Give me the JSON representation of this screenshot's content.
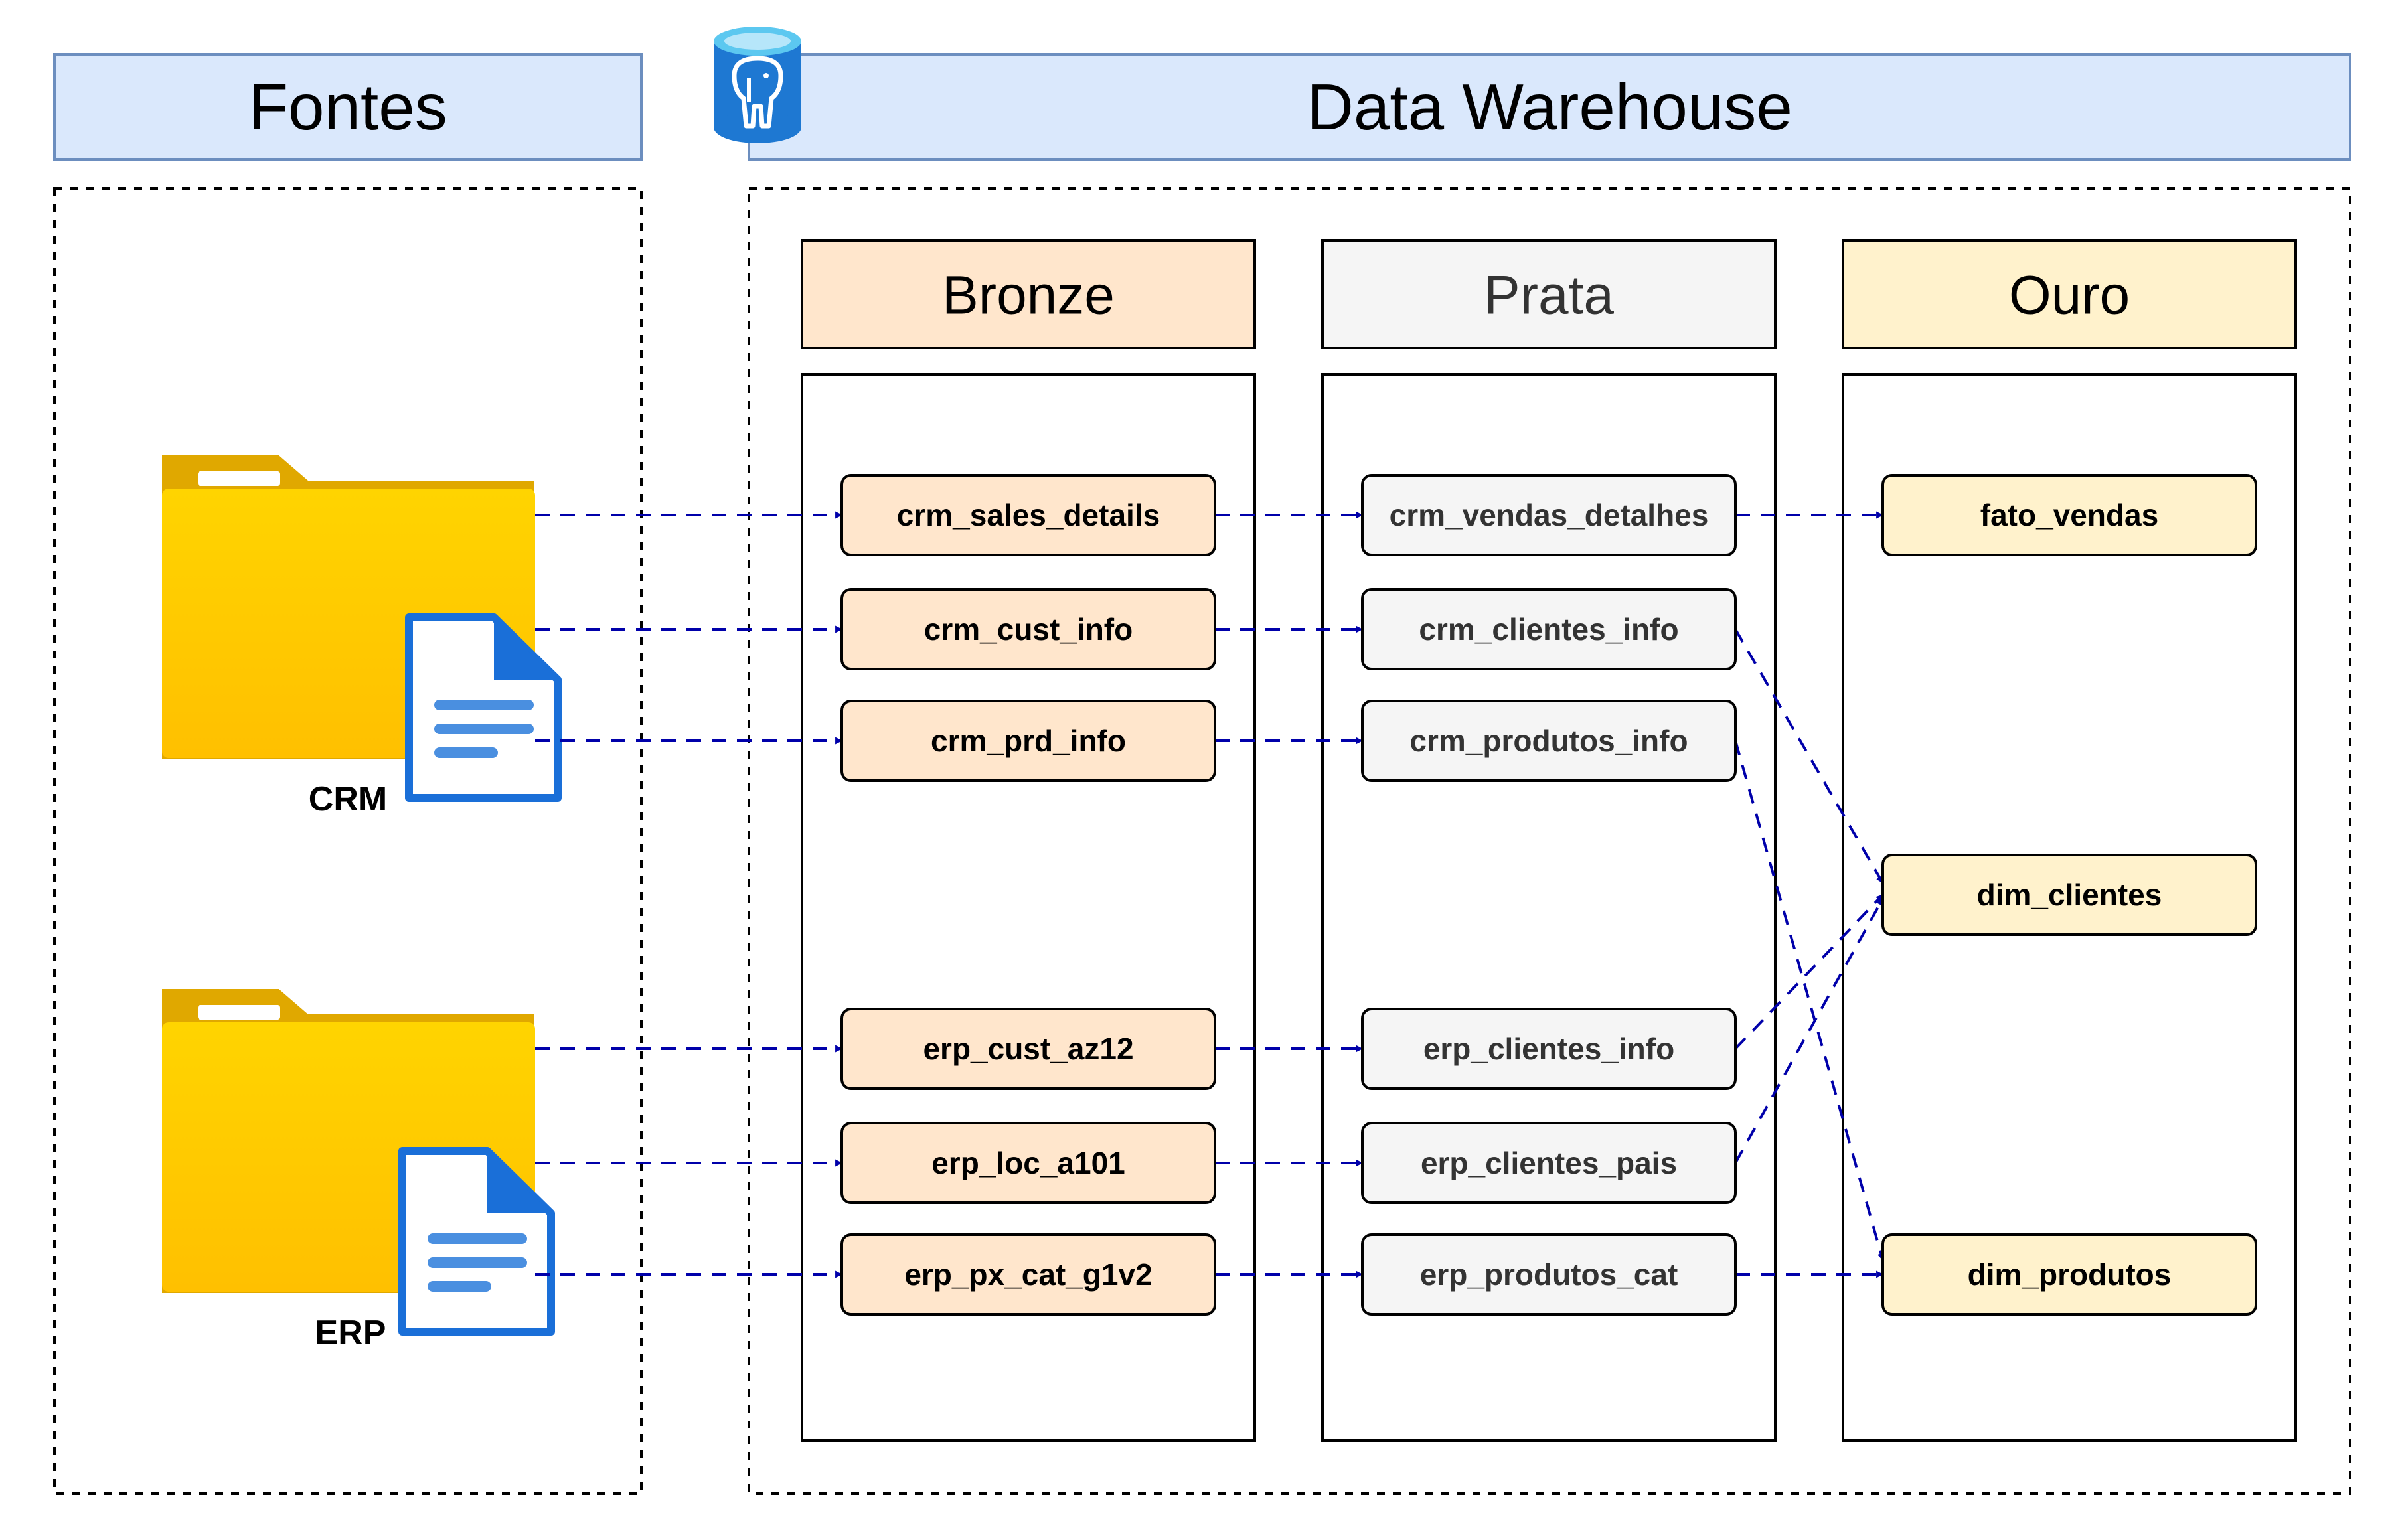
{
  "headers": {
    "fontes": "Fontes",
    "warehouse": "Data Warehouse"
  },
  "sources": {
    "crm": "CRM",
    "erp": "ERP"
  },
  "layers": {
    "bronze": {
      "title": "Bronze",
      "tables": [
        "crm_sales_details",
        "crm_cust_info",
        "crm_prd_info",
        "erp_cust_az12",
        "erp_loc_a101",
        "erp_px_cat_g1v2"
      ]
    },
    "prata": {
      "title": "Prata",
      "tables": [
        "crm_vendas_detalhes",
        "crm_clientes_info",
        "crm_produtos_info",
        "erp_clientes_info",
        "erp_clientes_pais",
        "erp_produtos_cat"
      ]
    },
    "ouro": {
      "title": "Ouro",
      "tables": [
        "fato_vendas",
        "dim_clientes",
        "dim_produtos"
      ]
    }
  },
  "colors": {
    "header_fill": "#dae8fc",
    "header_stroke": "#6c8ebf",
    "bronze_fill": "#ffe6cc",
    "prata_fill": "#f5f5f5",
    "ouro_fill": "#fff2cc",
    "arrow": "#0000aa",
    "folder_front": "#ffc800",
    "folder_back": "#e0a800",
    "doc_blue": "#1a73e8"
  },
  "icons": {
    "warehouse": "postgres-database-icon",
    "crm": "folder-document-icon",
    "erp": "folder-document-icon"
  }
}
